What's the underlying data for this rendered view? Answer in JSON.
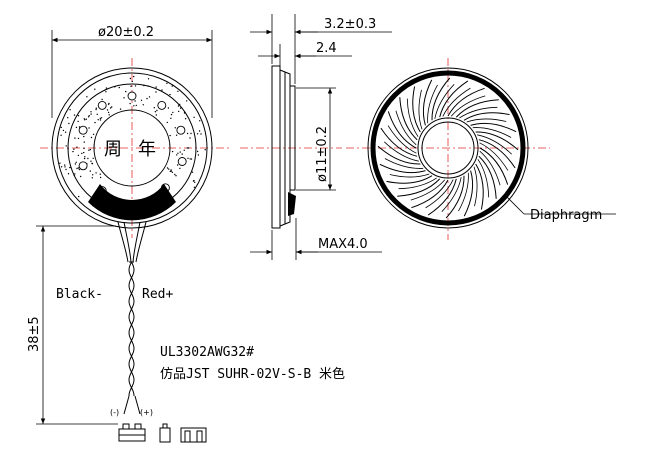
{
  "colors": {
    "line": "#000000",
    "centerline": "#e03030",
    "background": "#ffffff"
  },
  "front_view": {
    "diameter_label": "ø20±0.2",
    "center_text_left": "周",
    "center_text_right": "年"
  },
  "side_view": {
    "overall_thickness_label": "3.2±0.3",
    "body_thickness_label": "2.4",
    "inner_diameter_label": "ø11±0.2",
    "max_label": "MAX4.0"
  },
  "back_view": {
    "diaphragm_label": "Diaphragm"
  },
  "leads": {
    "black_label": "Black-",
    "red_label": "Red+",
    "length_label": "38±5",
    "wire_spec": "UL3302AWG32#",
    "connector_spec": "仿品JST  SUHR-02V-S-B  米色",
    "minus_mark": "(-)",
    "plus_mark": "(+)"
  }
}
